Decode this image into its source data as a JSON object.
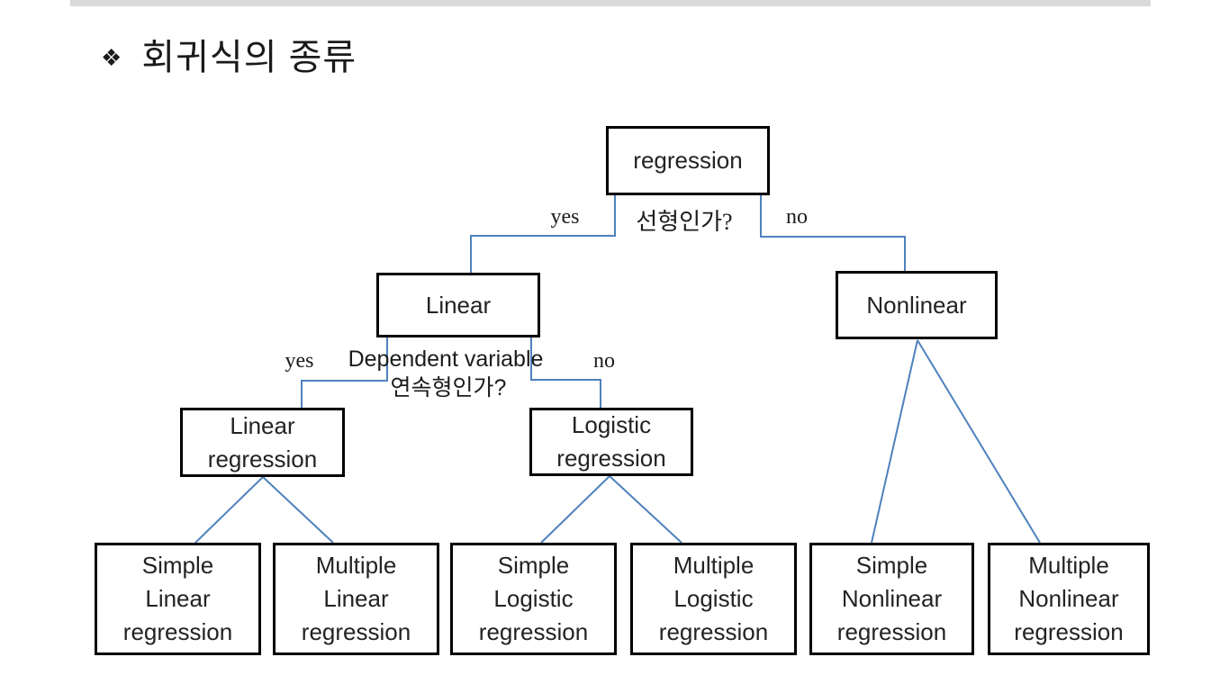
{
  "title": {
    "bullet": "❖",
    "text": "회귀식의 종류"
  },
  "colors": {
    "connector_blue": "#4f81bd",
    "box_border": "#000000",
    "top_bar_gray": "#d9d9d9",
    "text": "#1f1f1f"
  },
  "tree": {
    "nodes": {
      "root": {
        "label": "regression"
      },
      "linear": {
        "label": "Linear"
      },
      "nonlinear": {
        "label": "Nonlinear"
      },
      "linear_regression": {
        "label": "Linear\nregression"
      },
      "logistic_regression": {
        "label": "Logistic\nregression"
      },
      "simple_linear": {
        "label": "Simple\nLinear\nregression"
      },
      "multiple_linear": {
        "label": "Multiple\nLinear\nregression"
      },
      "simple_logistic": {
        "label": "Simple\nLogistic\nregression"
      },
      "multiple_logistic": {
        "label": "Multiple\nLogistic\nregression"
      },
      "simple_nonlinear": {
        "label": "Simple\nNonlinear\nregression"
      },
      "multiple_nonlinear": {
        "label": "Multiple\nNonlinear\nregression"
      }
    },
    "edge_labels": {
      "root_question": "선형인가?",
      "root_yes": "yes",
      "root_no": "no",
      "linear_question_line1": "Dependent variable",
      "linear_question_line2": "연속형인가?",
      "linear_yes": "yes",
      "linear_no": "no"
    }
  }
}
